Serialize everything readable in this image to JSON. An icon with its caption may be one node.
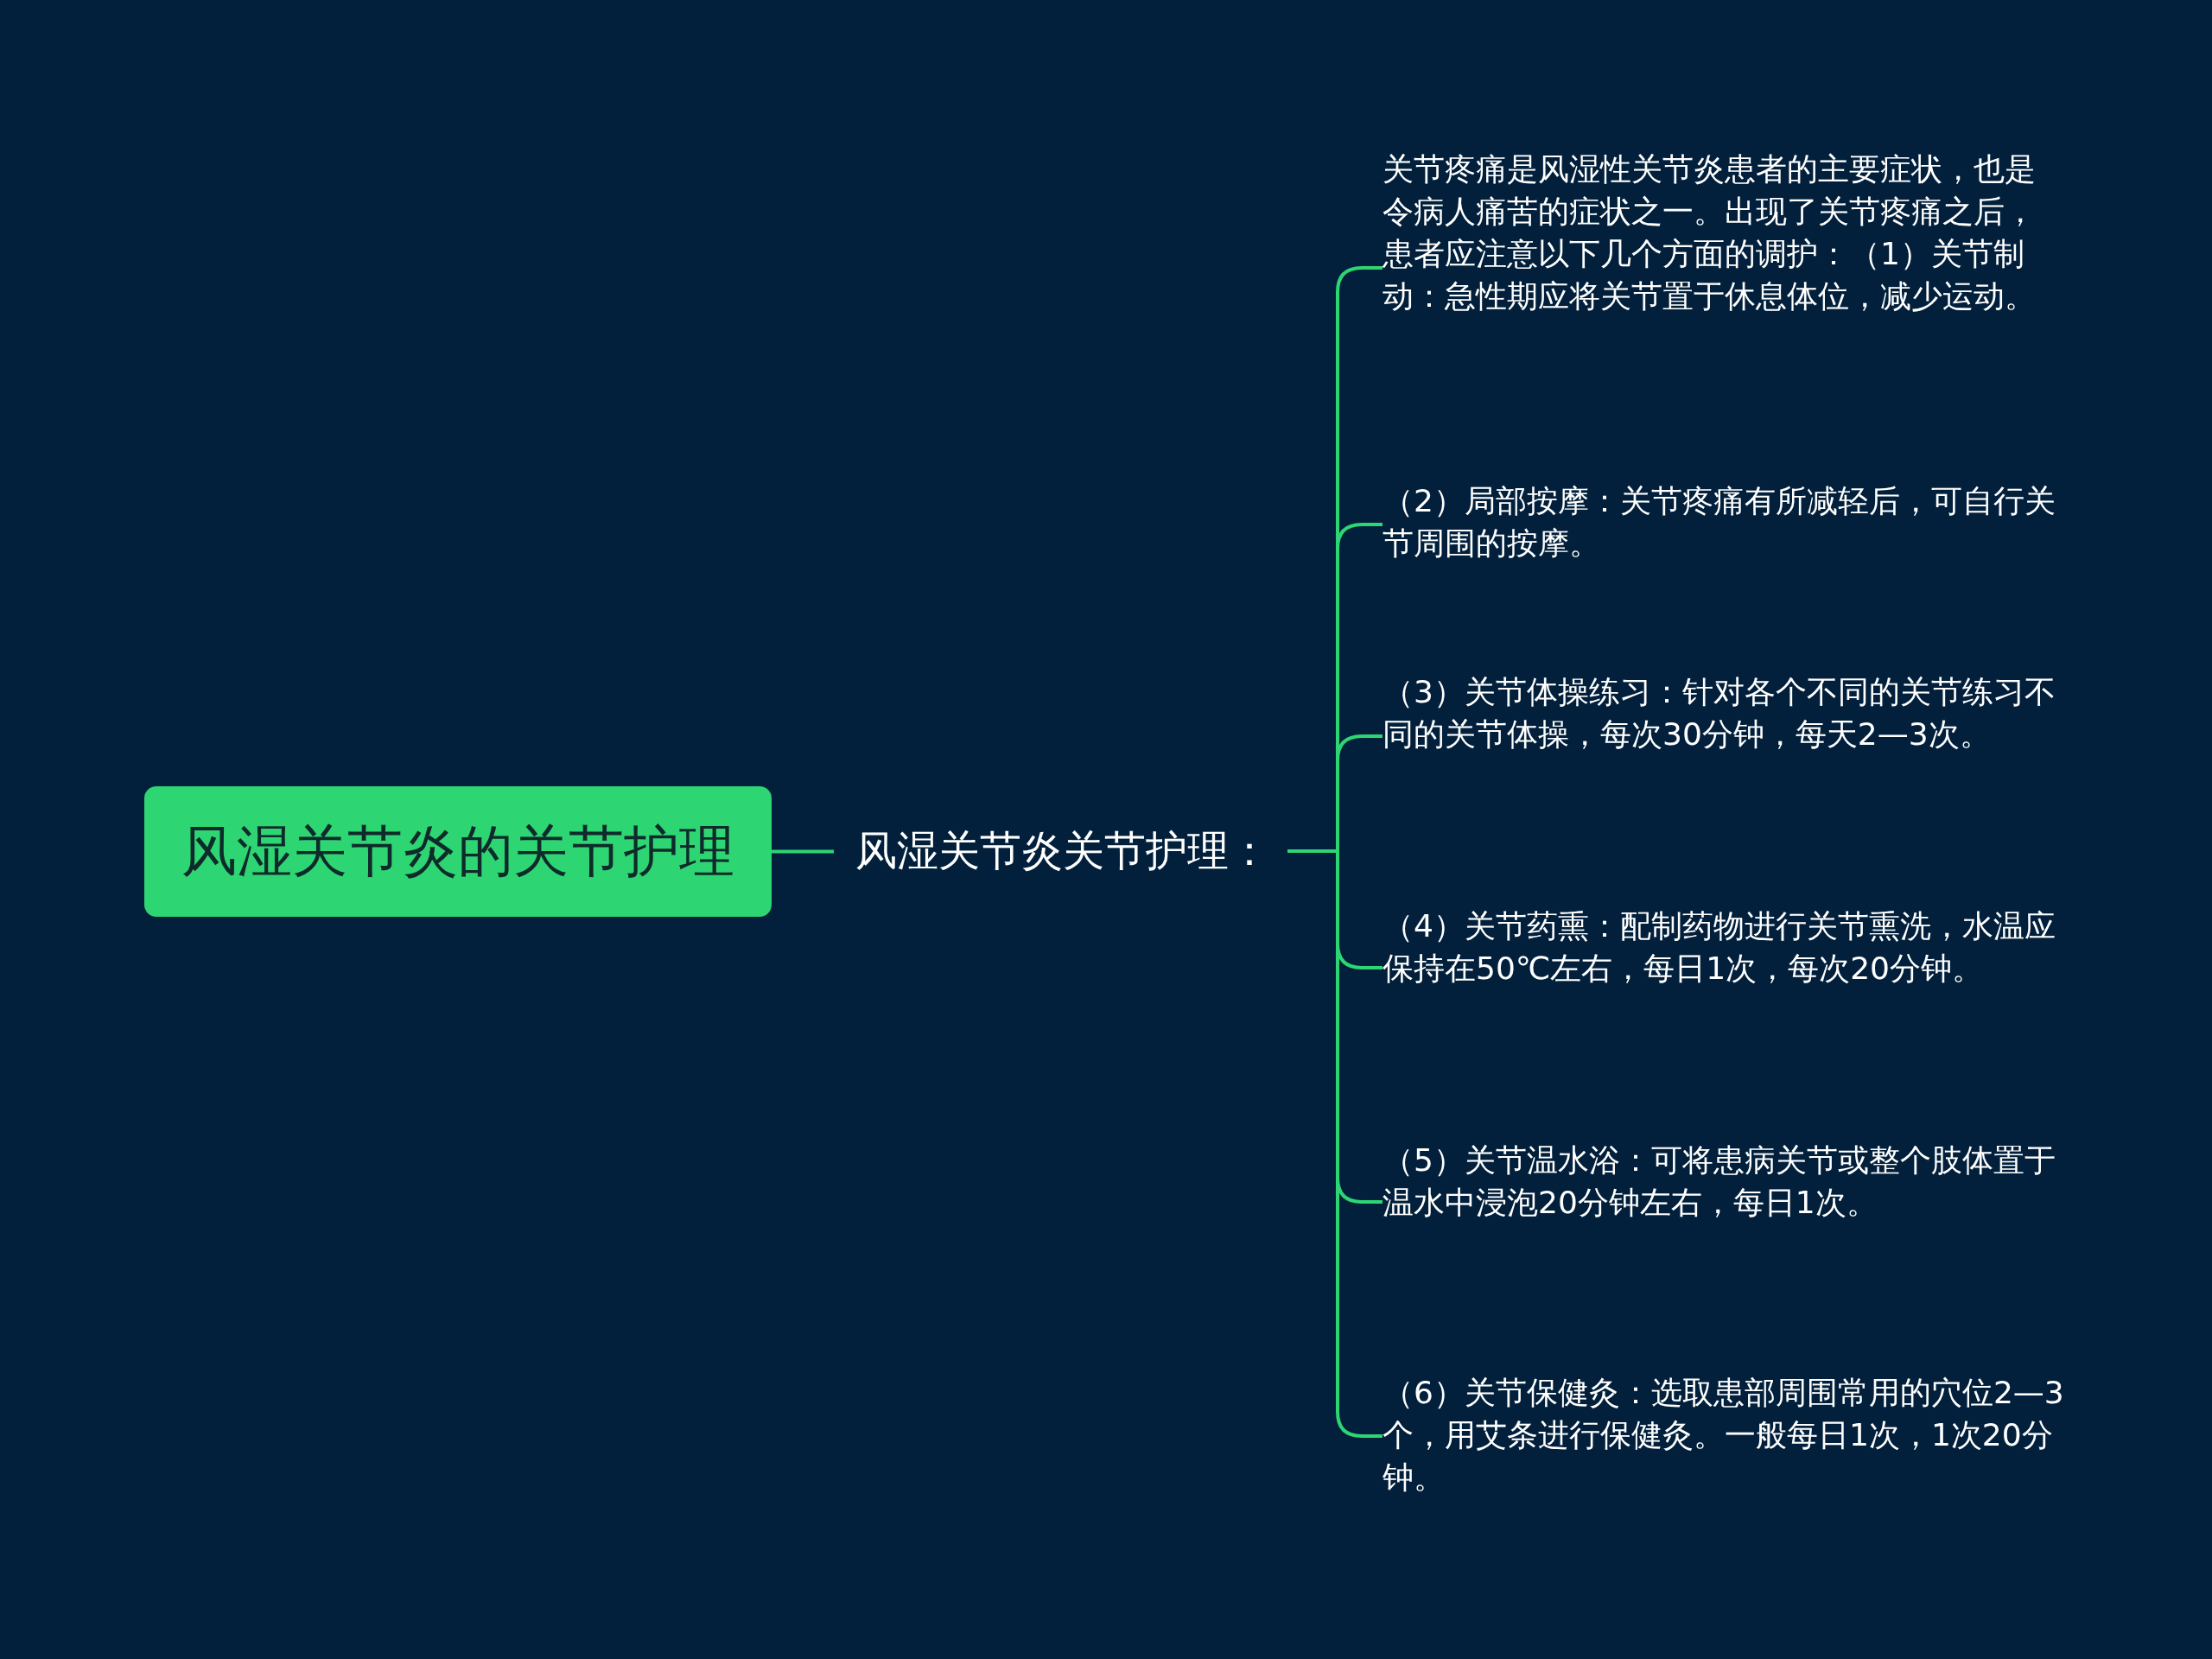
{
  "diagram": {
    "nodes": [
      {
        "text": [
          "风湿关节炎的关节护理"
        ]
      },
      {
        "text": [
          "风湿关节炎关节护理："
        ]
      },
      {
        "text": [
          "关节疼痛是风湿性关节炎患者的主要症状，也是令病人痛苦的症状之一。出现了关节疼痛之后，患者应注意以下几个方面的调护：（1）关节制动：急性期应将关节置于休息体位，减少运动。"
        ]
      },
      {
        "text": [
          "（2）局部按摩：关节疼痛有所减轻后，可自行关节周围的按摩。"
        ]
      },
      {
        "text": [
          "（3）关节体操练习：针对各个不同的关节练习不同的关节体操，每次30分钟，每天2—3次。"
        ]
      },
      {
        "text": [
          "（4）关节药熏：配制药物进行关节熏洗，水温应保持在50℃左右，每日1次，每次20分钟。"
        ]
      },
      {
        "text": [
          "（5）关节温水浴：可将患病关节或整个肢体置于温水中浸泡20分钟左右，每日1次。"
        ]
      },
      {
        "text": [
          "（6）关节保健灸：选取患部周围常用的穴位2—3个，用艾条进行保健灸。一般每日1次，1次20分钟。"
        ]
      }
    ],
    "edges": [
      {
        "from": 0,
        "to": 1,
        "arrow": "none"
      },
      {
        "from": 1,
        "to": 2,
        "arrow": "none"
      },
      {
        "from": 1,
        "to": 3,
        "arrow": "none"
      },
      {
        "from": 1,
        "to": 4,
        "arrow": "none"
      },
      {
        "from": 1,
        "to": 5,
        "arrow": "none"
      },
      {
        "from": 1,
        "to": 6,
        "arrow": "none"
      },
      {
        "from": 1,
        "to": 7,
        "arrow": "none"
      }
    ]
  }
}
